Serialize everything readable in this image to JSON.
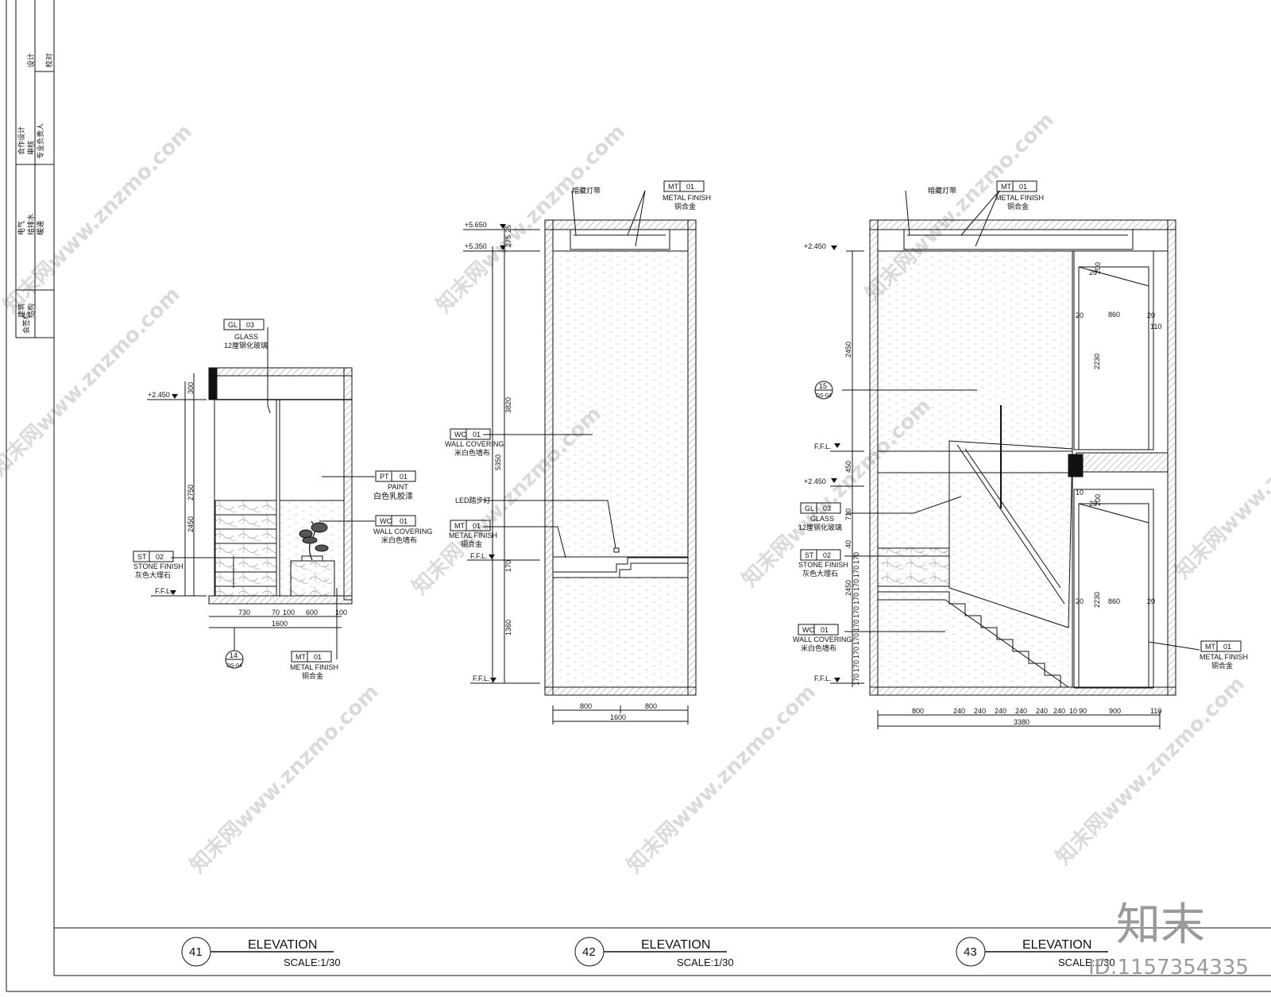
{
  "title_block": {
    "col1": [
      "会签栏",
      "建筑",
      "结构",
      "电气",
      "给排水",
      "暖通"
    ],
    "col2": [
      "合作设计",
      "审核",
      "专业负责人"
    ],
    "col3": [
      "设计",
      "校对"
    ]
  },
  "watermark": "知末网www.znzmo.com",
  "brand_logo": "知末",
  "image_id": "ID:1157354335",
  "elevations": [
    {
      "number": "41",
      "title": "ELEVATION",
      "scale": "SCALE:1/30"
    },
    {
      "number": "42",
      "title": "ELEVATION",
      "scale": "SCALE:1/30"
    },
    {
      "number": "43",
      "title": "ELEVATION",
      "scale": "SCALE:1/30"
    }
  ],
  "e41": {
    "level_top": "+2.450",
    "level_ffl": "F.F.L.",
    "dims_v": [
      "300",
      "2750",
      "2450"
    ],
    "dims_h": [
      "730",
      "70",
      "100",
      "600",
      "100"
    ],
    "dim_total": "1600",
    "tags": {
      "glass": {
        "code": "GL",
        "num": "03",
        "en": "GLASS",
        "cn": "12厘钢化玻璃"
      },
      "paint": {
        "code": "PT",
        "num": "01",
        "en": "PAINT",
        "cn": "白色乳胶漆"
      },
      "wall": {
        "code": "WC",
        "num": "01",
        "en": "WALL COVERING",
        "cn": "米白色墙布"
      },
      "stone": {
        "code": "ST",
        "num": "02",
        "en": "STONE FINISH",
        "cn": "灰色大理石"
      },
      "metal": {
        "code": "MT",
        "num": "01",
        "en": "METAL FINISH",
        "cn": "铜合金"
      }
    },
    "section_ref": {
      "num": "14",
      "sheet": "DS-04"
    }
  },
  "e42": {
    "levels": [
      "+5.650",
      "+5.350",
      "F.F.L.",
      "F.F.L."
    ],
    "dims_v": [
      "275",
      "25",
      "3820",
      "5350",
      "170",
      "1360"
    ],
    "dims_h": [
      "800",
      "800"
    ],
    "dim_total": "1600",
    "light_strip": "暗藏灯带",
    "led_step": "LED踏步灯",
    "tags": {
      "metal_top": {
        "code": "MT",
        "num": "01",
        "en": "METAL FINISH",
        "cn": "铜合金"
      },
      "wall": {
        "code": "WC",
        "num": "01",
        "en": "WALL COVERING",
        "cn": "米白色墙布"
      },
      "metal": {
        "code": "MT",
        "num": "01",
        "en": "METAL FINISH",
        "cn": "铜合金"
      }
    }
  },
  "e43": {
    "levels": [
      "+2.450",
      "F.F.L.",
      "+2.450",
      "F.F.L."
    ],
    "dims_v": [
      "2450",
      "450",
      "710",
      "40",
      "170",
      "170",
      "170",
      "170",
      "170",
      "170",
      "170",
      "170",
      "170",
      "170",
      "2450"
    ],
    "dims_door": [
      "20",
      "200",
      "20",
      "860",
      "20",
      "110",
      "2230",
      "10",
      "20",
      "200",
      "20",
      "860",
      "20",
      "2230"
    ],
    "dims_h": [
      "800",
      "240",
      "240",
      "240",
      "240",
      "240",
      "240",
      "10",
      "90",
      "900",
      "110"
    ],
    "dim_total": "3380",
    "light_strip": "暗藏灯带",
    "section_ref": {
      "num": "15",
      "sheet": "DS-04"
    },
    "tags": {
      "metal_top": {
        "code": "MT",
        "num": "01",
        "en": "METAL FINISH",
        "cn": "铜合金"
      },
      "glass": {
        "code": "GL",
        "num": "03",
        "en": "GLASS",
        "cn": "12厘钢化玻璃"
      },
      "stone": {
        "code": "ST",
        "num": "02",
        "en": "STONE FINISH",
        "cn": "灰色大理石"
      },
      "wall": {
        "code": "WC",
        "num": "01",
        "en": "WALL COVERING",
        "cn": "米白色墙布"
      },
      "metal": {
        "code": "MT",
        "num": "01",
        "en": "METAL FINISH",
        "cn": "铜合金"
      }
    }
  },
  "colors": {
    "line": "#111111",
    "watermark": "#d6d6d6",
    "logo": "#9a9a9a"
  }
}
